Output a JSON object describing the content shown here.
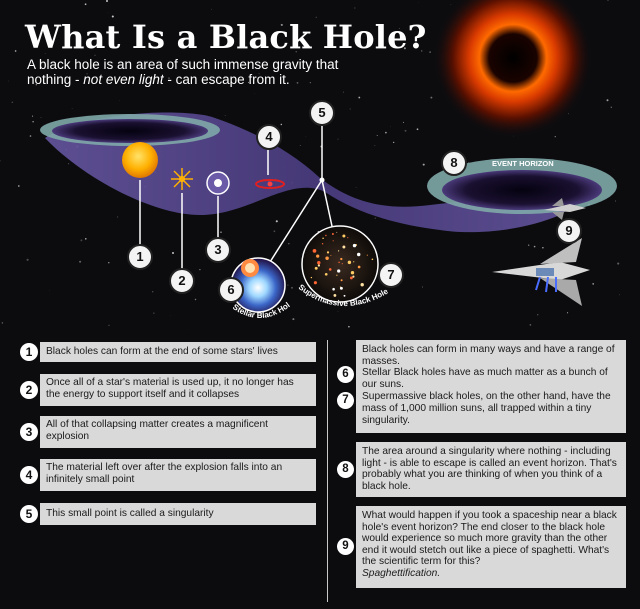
{
  "header": {
    "title": "What Is a Black Hole?",
    "subtitle_pre": "A black hole is an area of such immense gravity that nothing - ",
    "subtitle_em": "not even light",
    "subtitle_post": " - can escape from it."
  },
  "diagram": {
    "numbers": [
      "1",
      "2",
      "3",
      "4",
      "5",
      "6",
      "7",
      "8",
      "9"
    ],
    "label_stellar": "Stellar Black Hole",
    "label_supermassive": "Supermassive Black Hole",
    "label_event_horizon": "EVENT HORIZON"
  },
  "left_steps": [
    {
      "num": "1",
      "text": "Black holes can form at the end of some stars' lives"
    },
    {
      "num": "2",
      "text": "Once all of a star's material is used up, it no longer has the energy to support itself and it collapses"
    },
    {
      "num": "3",
      "text": "All of that collapsing matter creates a magnificent explosion"
    },
    {
      "num": "4",
      "text": "The material left over after the explosion falls into an infinitely small point"
    },
    {
      "num": "5",
      "text": "This small point is called a singularity"
    }
  ],
  "right_blocks": {
    "intro": "Black holes can form in many ways and have a range of masses.",
    "six_num": "6",
    "six_text": "Stellar Black holes have as much matter as a bunch of our suns.",
    "seven_num": "7",
    "seven_text": "Supermassive black holes, on the other hand, have the mass of 1,000 million suns, all trapped within a tiny singularity.",
    "eight_num": "8",
    "eight_text": "The area around a singularity where nothing - including light - is able to escape is called an event horizon. That's probably what you are thinking of when you think of a black hole.",
    "nine_num": "9",
    "nine_text": "What would happen if you took a spaceship near a black hole's event horizon? The end closer to the black hole would experience so much more gravity than the other end it would stetch out like a piece of spaghetti. What's the scientific term for this?",
    "nine_answer": "Spaghettification."
  },
  "colors": {
    "background": "#0c0c0f",
    "fabric": "#5b4a8e",
    "ring": "#7fa8a8",
    "sun": "#ffb000",
    "panel": "#d9d9d9"
  }
}
